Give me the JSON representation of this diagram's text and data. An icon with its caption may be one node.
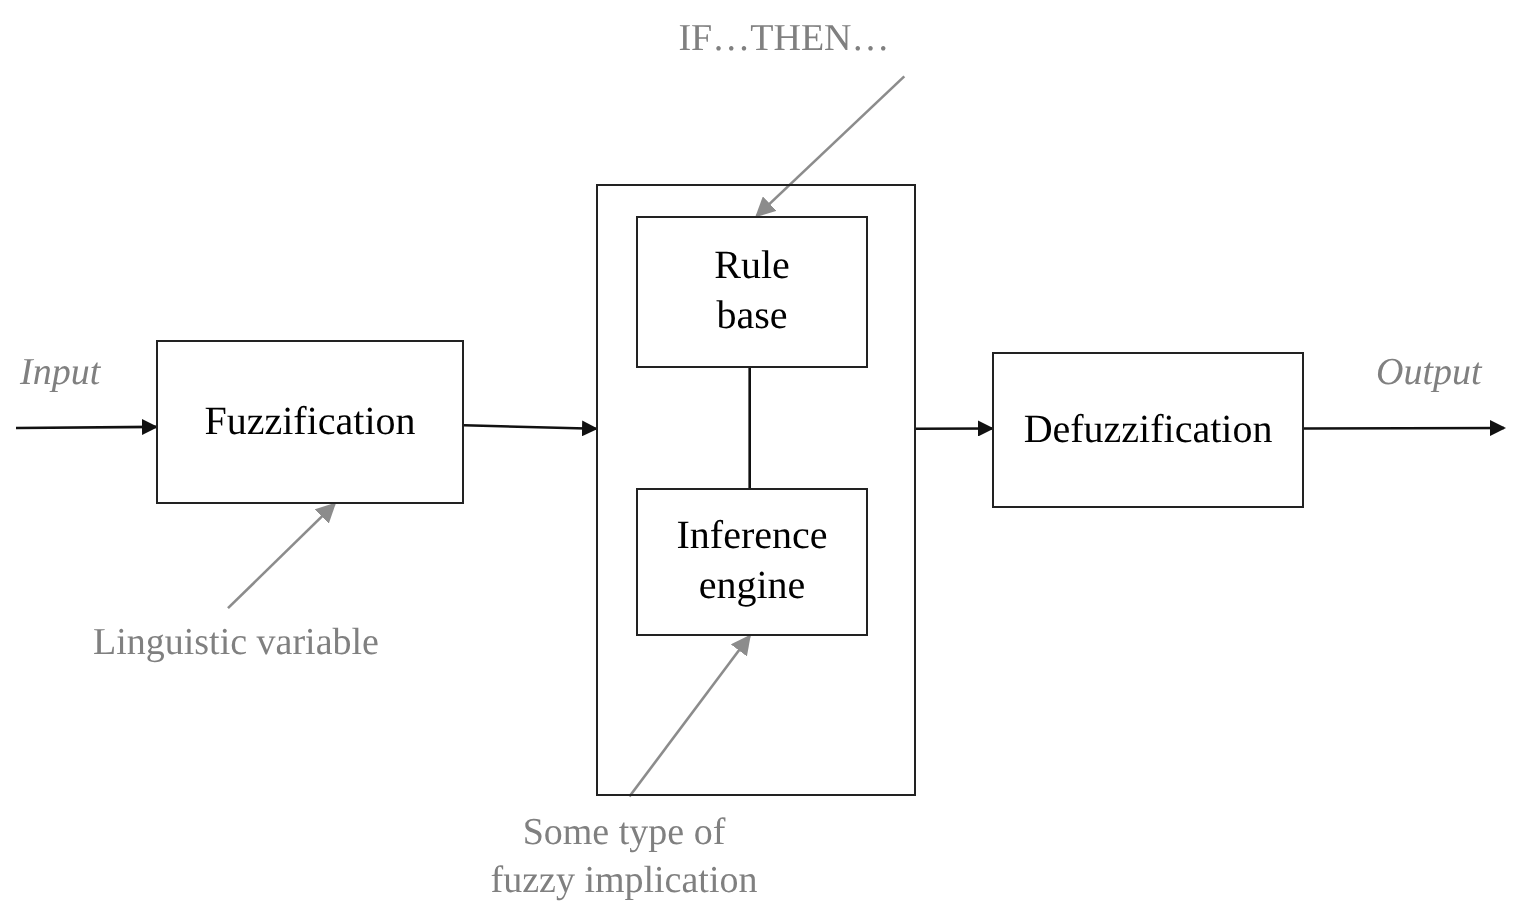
{
  "diagram": {
    "nodes": [
      {
        "text": [
          "Fuzzification"
        ]
      },
      {
        "text": [],
        "shape": "box"
      },
      {
        "text": [
          "Rule base"
        ],
        "in": 1
      },
      {
        "text": [
          "Inference engine"
        ],
        "in": 1
      },
      {
        "text": [
          "Defuzzification"
        ]
      },
      {
        "text": [
          "IF…THEN…"
        ]
      },
      {
        "text": [
          "Linguistic variable"
        ]
      },
      {
        "text": [
          "Some type of fuzzy implication"
        ]
      }
    ],
    "edges": [
      {
        "from": null,
        "to": 0,
        "arrow": "to",
        "label": "Input"
      },
      {
        "from": 0,
        "to": 1,
        "arrow": "to"
      },
      {
        "from": 1,
        "to": 4,
        "arrow": "to"
      },
      {
        "from": 4,
        "to": null,
        "arrow": "to",
        "label": "Output"
      },
      {
        "from": 2,
        "to": 3,
        "arrow": "none"
      },
      {
        "from": 5,
        "to": 2,
        "arrow": "to",
        "color": "#8c8c8c"
      },
      {
        "from": 6,
        "to": 0,
        "arrow": "to",
        "color": "#8c8c8c"
      },
      {
        "from": 7,
        "to": 3,
        "arrow": "to",
        "color": "#8c8c8c"
      }
    ]
  }
}
